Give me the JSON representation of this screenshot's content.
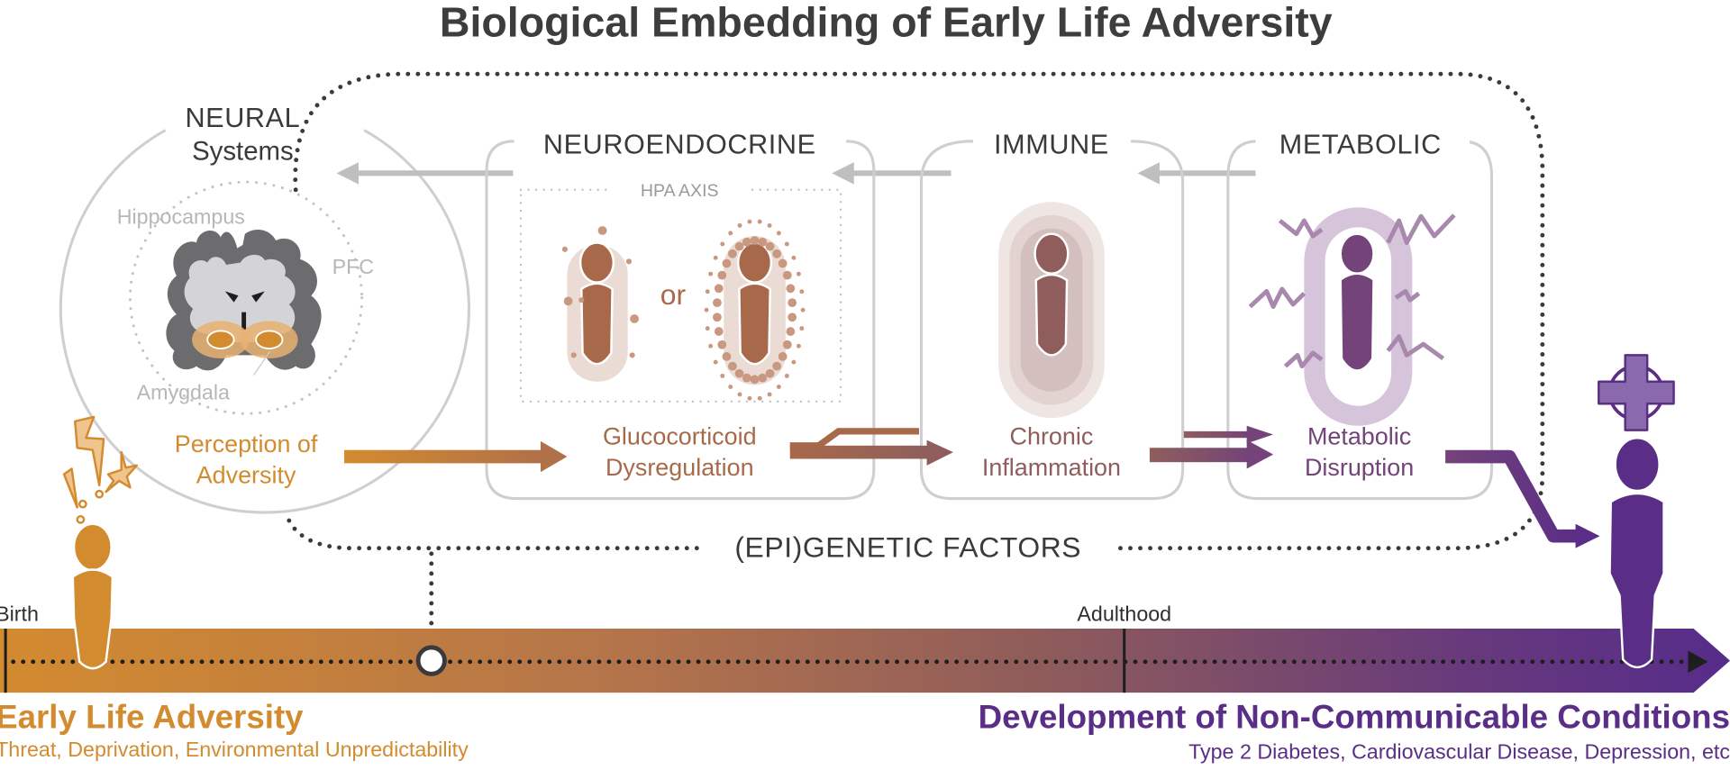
{
  "title": "Biological Embedding of Early Life Adversity",
  "colors": {
    "orange": "#d38b2f",
    "brown": "#a8694a",
    "mauve": "#8f5e5c",
    "purple_mid": "#744379",
    "purple_dark": "#5a2e86",
    "gray_text": "#3a3a3c",
    "gray_light": "#c8c8ca"
  },
  "neural": {
    "title": "NEURAL",
    "subtitle": "Systems",
    "labels": {
      "hippocampus": "Hippocampus",
      "pfc": "PFC",
      "amygdala": "Amygdala"
    },
    "effect_line1": "Perception of",
    "effect_line2": "Adversity"
  },
  "neuroendocrine": {
    "title": "NEUROENDOCRINE",
    "hpa_label": "HPA AXIS",
    "or_label": "or",
    "effect_line1": "Glucocorticoid",
    "effect_line2": "Dysregulation"
  },
  "immune": {
    "title": "IMMUNE",
    "effect_line1": "Chronic",
    "effect_line2": "Inflammation"
  },
  "metabolic": {
    "title": "METABOLIC",
    "effect_line1": "Metabolic",
    "effect_line2": "Disruption"
  },
  "epigenetic_label": "(EPI)GENETIC FACTORS",
  "timeline": {
    "birth_label": "Birth",
    "adulthood_label": "Adulthood"
  },
  "early_life": {
    "heading": "Early Life Adversity",
    "examples": "Threat, Deprivation, Environmental Unpredictability"
  },
  "outcomes": {
    "heading": "Development of Non-Communicable Conditions",
    "examples": "Type 2 Diabetes, Cardiovascular Disease, Depression, etc"
  }
}
